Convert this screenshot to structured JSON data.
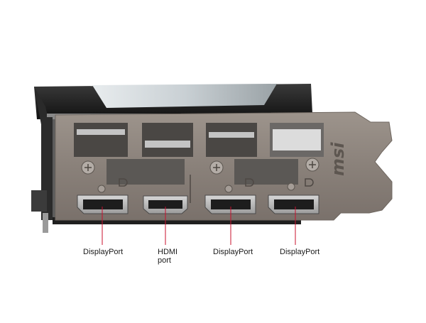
{
  "diagram": {
    "brand_logo_text": "msi",
    "port_labels": [
      {
        "id": "displayport-1",
        "text": "DisplayPort"
      },
      {
        "id": "hdmi-port",
        "text": "HDMI\nport"
      },
      {
        "id": "displayport-2",
        "text": "DisplayPort"
      },
      {
        "id": "displayport-3",
        "text": "DisplayPort"
      }
    ],
    "colors": {
      "callout_line": "#c8102e",
      "bracket": "#8b817a",
      "port_shell": "#b9b9b9",
      "shroud": "#1c1c1c"
    }
  }
}
